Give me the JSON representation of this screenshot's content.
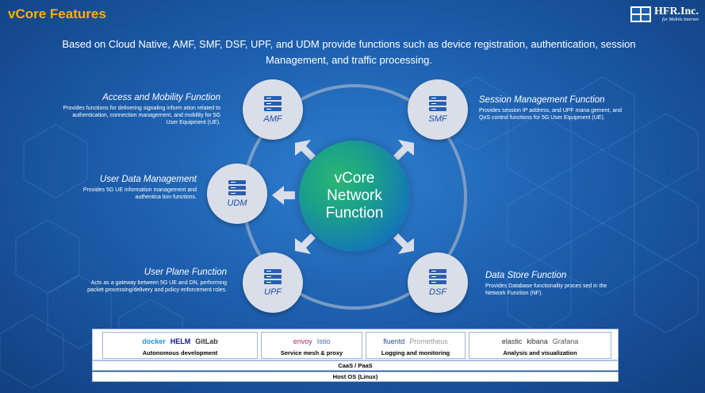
{
  "header": {
    "title": "vCore Features",
    "logo_name": "HFR.Inc.",
    "logo_tagline": "for Mobile Internet"
  },
  "intro": "Based on Cloud Native, AMF, SMF, DSF, UPF, and UDM provide functions such as device registration, authentication, session Management, and traffic processing.",
  "center": {
    "label": "vCore\nNetwork\nFunction"
  },
  "nodes": {
    "amf": "AMF",
    "smf": "SMF",
    "udm": "UDM",
    "upf": "UPF",
    "dsf": "DSF"
  },
  "functions": {
    "amf": {
      "title": "Access and Mobility Function",
      "desc": "Provides functions for delivering signaling inform ation related to authentication, connection management, and mobility for 5G User Equipment (UE)."
    },
    "smf": {
      "title": "Session Management Function",
      "desc": "Provides session IP address, and UPF mana gement, and QoS control functions for 5G User Equipment (UE)."
    },
    "udm": {
      "title": "User Data Management",
      "desc": "Provides 5G UE information management and authentica tion functions."
    },
    "upf": {
      "title": "User Plane Function",
      "desc": "Acts as a gateway between 5G UE and DN, performing packet processing/delivery and policy enforcement roles."
    },
    "dsf": {
      "title": "Data Store Function",
      "desc": "Provides Database functionality proces sed in the Network Function (NF)."
    }
  },
  "stack": {
    "groups": [
      {
        "caption": "Autonomous development",
        "logos": [
          "docker",
          "HELM",
          "GitLab"
        ]
      },
      {
        "caption": "Service mesh & proxy",
        "logos": [
          "envoy",
          "Istio"
        ]
      },
      {
        "caption": "Logging and monitoring",
        "logos": [
          "fluentd",
          "Prometheus"
        ]
      },
      {
        "caption": "Analysis and visualization",
        "logos": [
          "elastic",
          "kibana",
          "Grafana"
        ]
      }
    ],
    "caas": "CaaS / PaaS",
    "host": "Host OS (Linux)"
  },
  "colors": {
    "title": "#ffb000",
    "node_label": "#1f4fa8",
    "background": "#1d5fae"
  }
}
